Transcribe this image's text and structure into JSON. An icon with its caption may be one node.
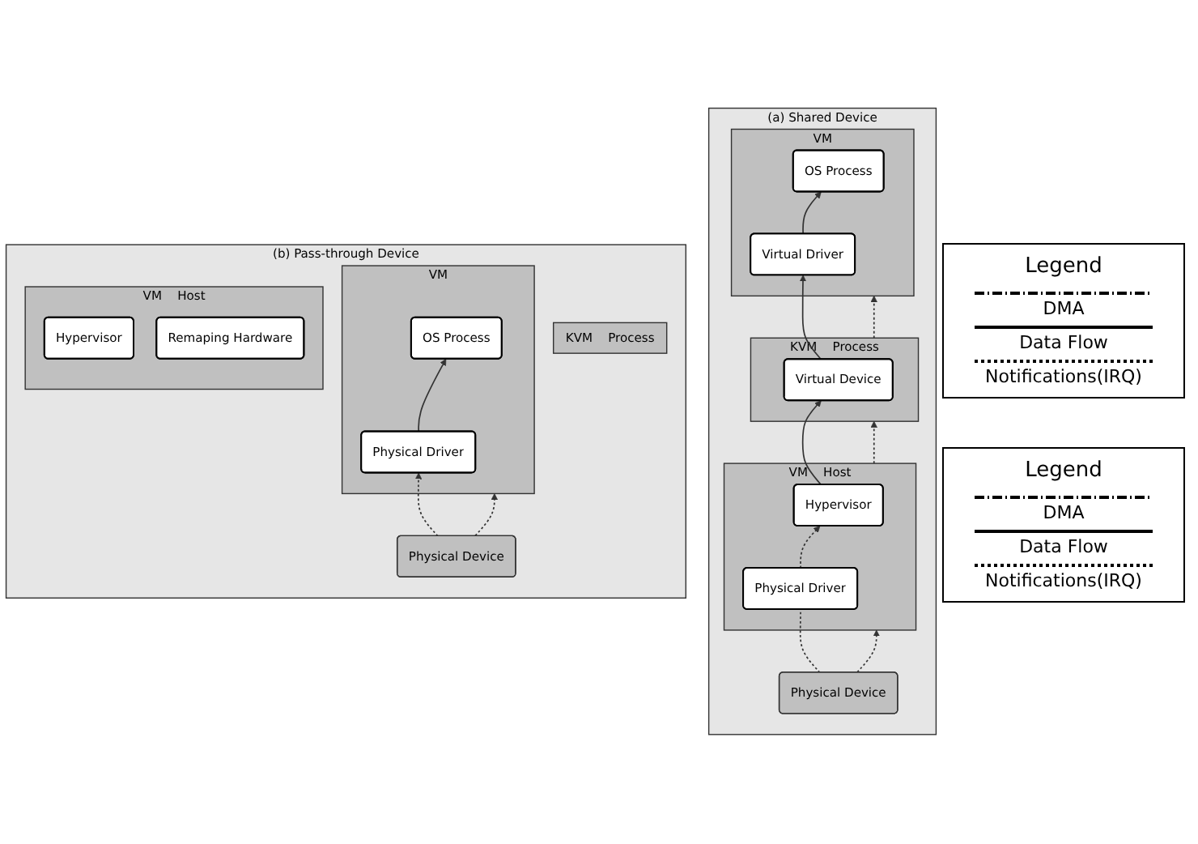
{
  "diagram": {
    "nodes": [
      {
        "text": [
          "(a) Shared Device"
        ]
      },
      {
        "text": [
          "VM"
        ],
        "in": 0
      },
      {
        "text": [
          "OS Process"
        ],
        "in": 1
      },
      {
        "text": [
          "Virtual Driver"
        ],
        "in": 1
      },
      {
        "text": [
          "KVM",
          "Process"
        ],
        "in": 0
      },
      {
        "text": [
          "Virtual Device"
        ],
        "in": 4
      },
      {
        "text": [
          "VM",
          "Host"
        ],
        "in": 0
      },
      {
        "text": [
          "Hypervisor"
        ],
        "in": 6
      },
      {
        "text": [
          "Physical Driver"
        ],
        "in": 6
      },
      {
        "text": [
          "Physical Device"
        ],
        "in": 0
      },
      {
        "text": [
          "(b) Pass-through Device"
        ]
      },
      {
        "text": [
          "VM"
        ],
        "in": 10
      },
      {
        "text": [
          "OS Process"
        ],
        "in": 11
      },
      {
        "text": [
          "Physical Driver"
        ],
        "in": 11
      },
      {
        "text": [
          "KVM",
          "Process"
        ],
        "in": 10
      },
      {
        "text": [
          "VM",
          "Host"
        ],
        "in": 10
      },
      {
        "text": [
          "Hypervisor"
        ],
        "in": 15
      },
      {
        "text": [
          "Remaping Hardware"
        ],
        "in": 15
      },
      {
        "text": [
          "Physical Device"
        ],
        "in": 10
      }
    ],
    "edges": [
      {
        "from": 3,
        "to": 2,
        "arrow": "to"
      },
      {
        "from": 5,
        "to": 3,
        "arrow": "to"
      },
      {
        "from": 7,
        "to": 5,
        "arrow": "to"
      },
      {
        "from": 8,
        "to": 7,
        "arrow": "to",
        "style": "dashed"
      },
      {
        "from": 9,
        "to": 8,
        "arrow": "none",
        "style": "dashed"
      },
      {
        "from": 9,
        "to": 6,
        "arrow": "to",
        "style": "dashed"
      },
      {
        "from": 6,
        "to": 4,
        "arrow": "to",
        "style": "dashed"
      },
      {
        "from": 4,
        "to": 1,
        "arrow": "to",
        "style": "dashed"
      },
      {
        "from": 13,
        "to": 12,
        "arrow": "to"
      },
      {
        "from": 18,
        "to": 13,
        "arrow": "to",
        "style": "dashed"
      },
      {
        "from": 18,
        "to": 11,
        "arrow": "to",
        "style": "dashed"
      }
    ],
    "labels": [
      "Legend",
      "Legend"
    ],
    "legend": [
      {
        "text": "DMA"
      },
      {
        "text": "Data Flow"
      },
      {
        "text": "Notifications(IRQ)"
      },
      {
        "text": "DMA"
      },
      {
        "text": "Data Flow"
      },
      {
        "text": "Notifications(IRQ)"
      }
    ]
  }
}
